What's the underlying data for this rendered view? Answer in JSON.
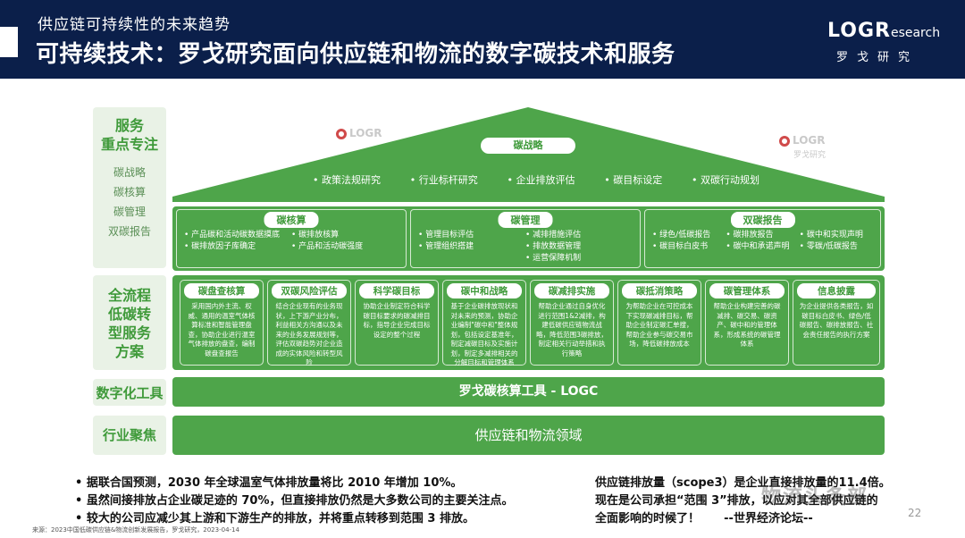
{
  "header": {
    "subtitle": "供应链可持续性的未来趋势",
    "title": "可持续技术：罗戈研究面向供应链和物流的数字碳技术和服务",
    "logo_brand_l": "L",
    "logo_brand_o": "O",
    "logo_brand_g": "G",
    "logo_brand_r": "R",
    "logo_research": "esearch",
    "logo_cn": "罗戈研究"
  },
  "categories": {
    "service_focus": {
      "title_line1": "服务",
      "title_line2": "重点专注",
      "items": [
        "碳战略",
        "碳核算",
        "碳管理",
        "双碳报告"
      ]
    },
    "solution": {
      "title_lines": [
        "全流程",
        "低碳转",
        "型服务",
        "方案"
      ]
    },
    "digital": {
      "title": "数字化工具"
    },
    "industry": {
      "title": "行业聚焦"
    }
  },
  "strategy": {
    "label": "碳战略",
    "items": [
      "政策法规研究",
      "行业标杆研究",
      "企业排放评估",
      "碳目标设定",
      "双碳行动规划"
    ]
  },
  "services": [
    {
      "label": "碳核算",
      "col1": [
        "产品碳和活动碳数据摸底",
        "碳排放因子库确定"
      ],
      "col2": [
        "碳排放核算",
        "产品和活动碳强度"
      ]
    },
    {
      "label": "碳管理",
      "col1": [
        "管理目标评估",
        "管理组织搭建"
      ],
      "col2": [
        "减排措施评估",
        "排放数据管理",
        "运营保障机制"
      ]
    },
    {
      "label": "双碳报告",
      "col1": [
        "绿色/低碳报告",
        "碳目标白皮书"
      ],
      "col2": [
        "碳排放报告",
        "碳中和承诺声明"
      ],
      "col3": [
        "碳中和实现声明",
        "零碳/低碳报告"
      ]
    }
  ],
  "solutions": [
    {
      "label": "碳盘查核算",
      "desc": "采用国内外主流、权威、通用的温室气体核算标准和智能管理盘查，协助企业进行温室气体排放的盘查，编制碳盘查报告"
    },
    {
      "label": "双碳风险评估",
      "desc": "结合企业现有的业务现状，上下游产业分布，利益相关方沟通以及未来的业务发展规划等，评估双碳趋势对企业造成的实体风险和转型风险"
    },
    {
      "label": "科学碳目标",
      "desc": "协助企业制定符合科学碳目标要求的碳减排目标，指导企业完成目标设定的整个过程"
    },
    {
      "label": "碳中和战略",
      "desc": "基于企业碳排放现状和对未来的预测，协助企业编制\"碳中和\"整体规划，包括设定基准年，制定减碳目标及实施计划，制定多减排相关的分解目标和管理体系"
    },
    {
      "label": "碳减排实施",
      "desc": "帮助企业通过自身优化进行范围1&2减排，构建低碳供应链物流战略，降低范围3碳排放，制定相关行动举措和执行策略"
    },
    {
      "label": "碳抵消策略",
      "desc": "为帮助企业在可控成本下实现碳减排目标，帮助企业制定碳汇单搜，帮助企业参与碳交易市场，降低碳排放成本"
    },
    {
      "label": "碳管理体系",
      "desc": "帮助企业构建完善的碳减排、碳交易、碳资产、碳中和的管理体系，形成系统的碳管理体系"
    },
    {
      "label": "信息披露",
      "desc": "为企业提供各类报告，如碳目标白皮书、绿色/低碳报告、碳排放报告、社会责任报告的执行方案"
    }
  ],
  "digital_tool": {
    "label": "罗戈碳核算工具 - LOGC"
  },
  "industry_focus": {
    "label": "供应链和物流领域"
  },
  "watermark": {
    "brand": "LOGR",
    "cn": "罗戈研究"
  },
  "bullets": [
    "据联合国预测，2030 年全球温室气体排放量将比 2010 年增加 10%。",
    "虽然间接排放占企业碳足迹的 70%，但直接排放仍然是大多数公司的主要关注点。",
    "较大的公司应减少其上游和下游生产的排放，并将重点转移到范围 3 排放。"
  ],
  "quote": {
    "line1": "供应链排放量（scope3）是企业直接排放量的11.4倍。",
    "line2": "现在是公司承担“范围 3”排放，以应对其全部供应链的",
    "line3": "全面影响的时候了！      --世界经济论坛--"
  },
  "source": "来源：2023中国低碳供应链&物流创新发展报告，罗戈研究，2023-04-14",
  "page_number": "22",
  "overlay_text": "物流头条部",
  "colors": {
    "navy": "#0b1f4a",
    "green": "#4ea54a",
    "light_green": "#e9f2e6",
    "green_text": "#3f9a3a"
  }
}
